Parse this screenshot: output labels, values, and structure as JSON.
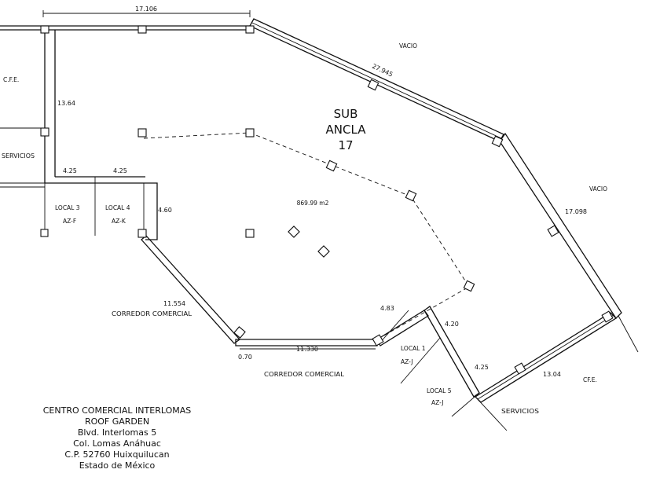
{
  "plan": {
    "anchor_title": {
      "line1": "SUB",
      "line2": "ANCLA",
      "line3": "17"
    },
    "area": "869.99 m2",
    "labels": {
      "vacio_top": "VACIO",
      "vacio_right": "VACIO",
      "cfe_left": "C.F.E.",
      "cfe_right": "CF.E.",
      "servicios_left": "SERVICIOS",
      "servicios_right": "SERVICIOS",
      "corredor_left": "CORREDOR COMERCIAL",
      "corredor_bottom": "CORREDOR COMERCIAL",
      "local3_name": "LOCAL 3",
      "local3_code": "AZ-F",
      "local4_name": "LOCAL 4",
      "local4_code": "AZ-K",
      "local1_name": "LOCAL 1",
      "local1_code": "AZ-J",
      "local5_name": "LOCAL 5",
      "local5_code": "AZ-J"
    },
    "dimensions": {
      "top": "17.106",
      "diag_top": "27.945",
      "right": "17.098",
      "left_wall": "13.64",
      "local3_w": "4.25",
      "local4_w": "4.25",
      "local4_h": "4.60",
      "corridor_diag": "11.554",
      "bottom": "11.330",
      "small_bottom": "0.70",
      "entry_a": "4.83",
      "entry_b": "4.20",
      "entry_c": "4.25",
      "right_bottom": "13.04"
    },
    "address": {
      "line1": "CENTRO COMERCIAL INTERLOMAS",
      "line2": "ROOF GARDEN",
      "line3": "Blvd. Interlomas 5",
      "line4": "Col. Lomas Anáhuac",
      "line5": "C.P. 52760 Huixquilucan",
      "line6": "Estado de México"
    }
  }
}
